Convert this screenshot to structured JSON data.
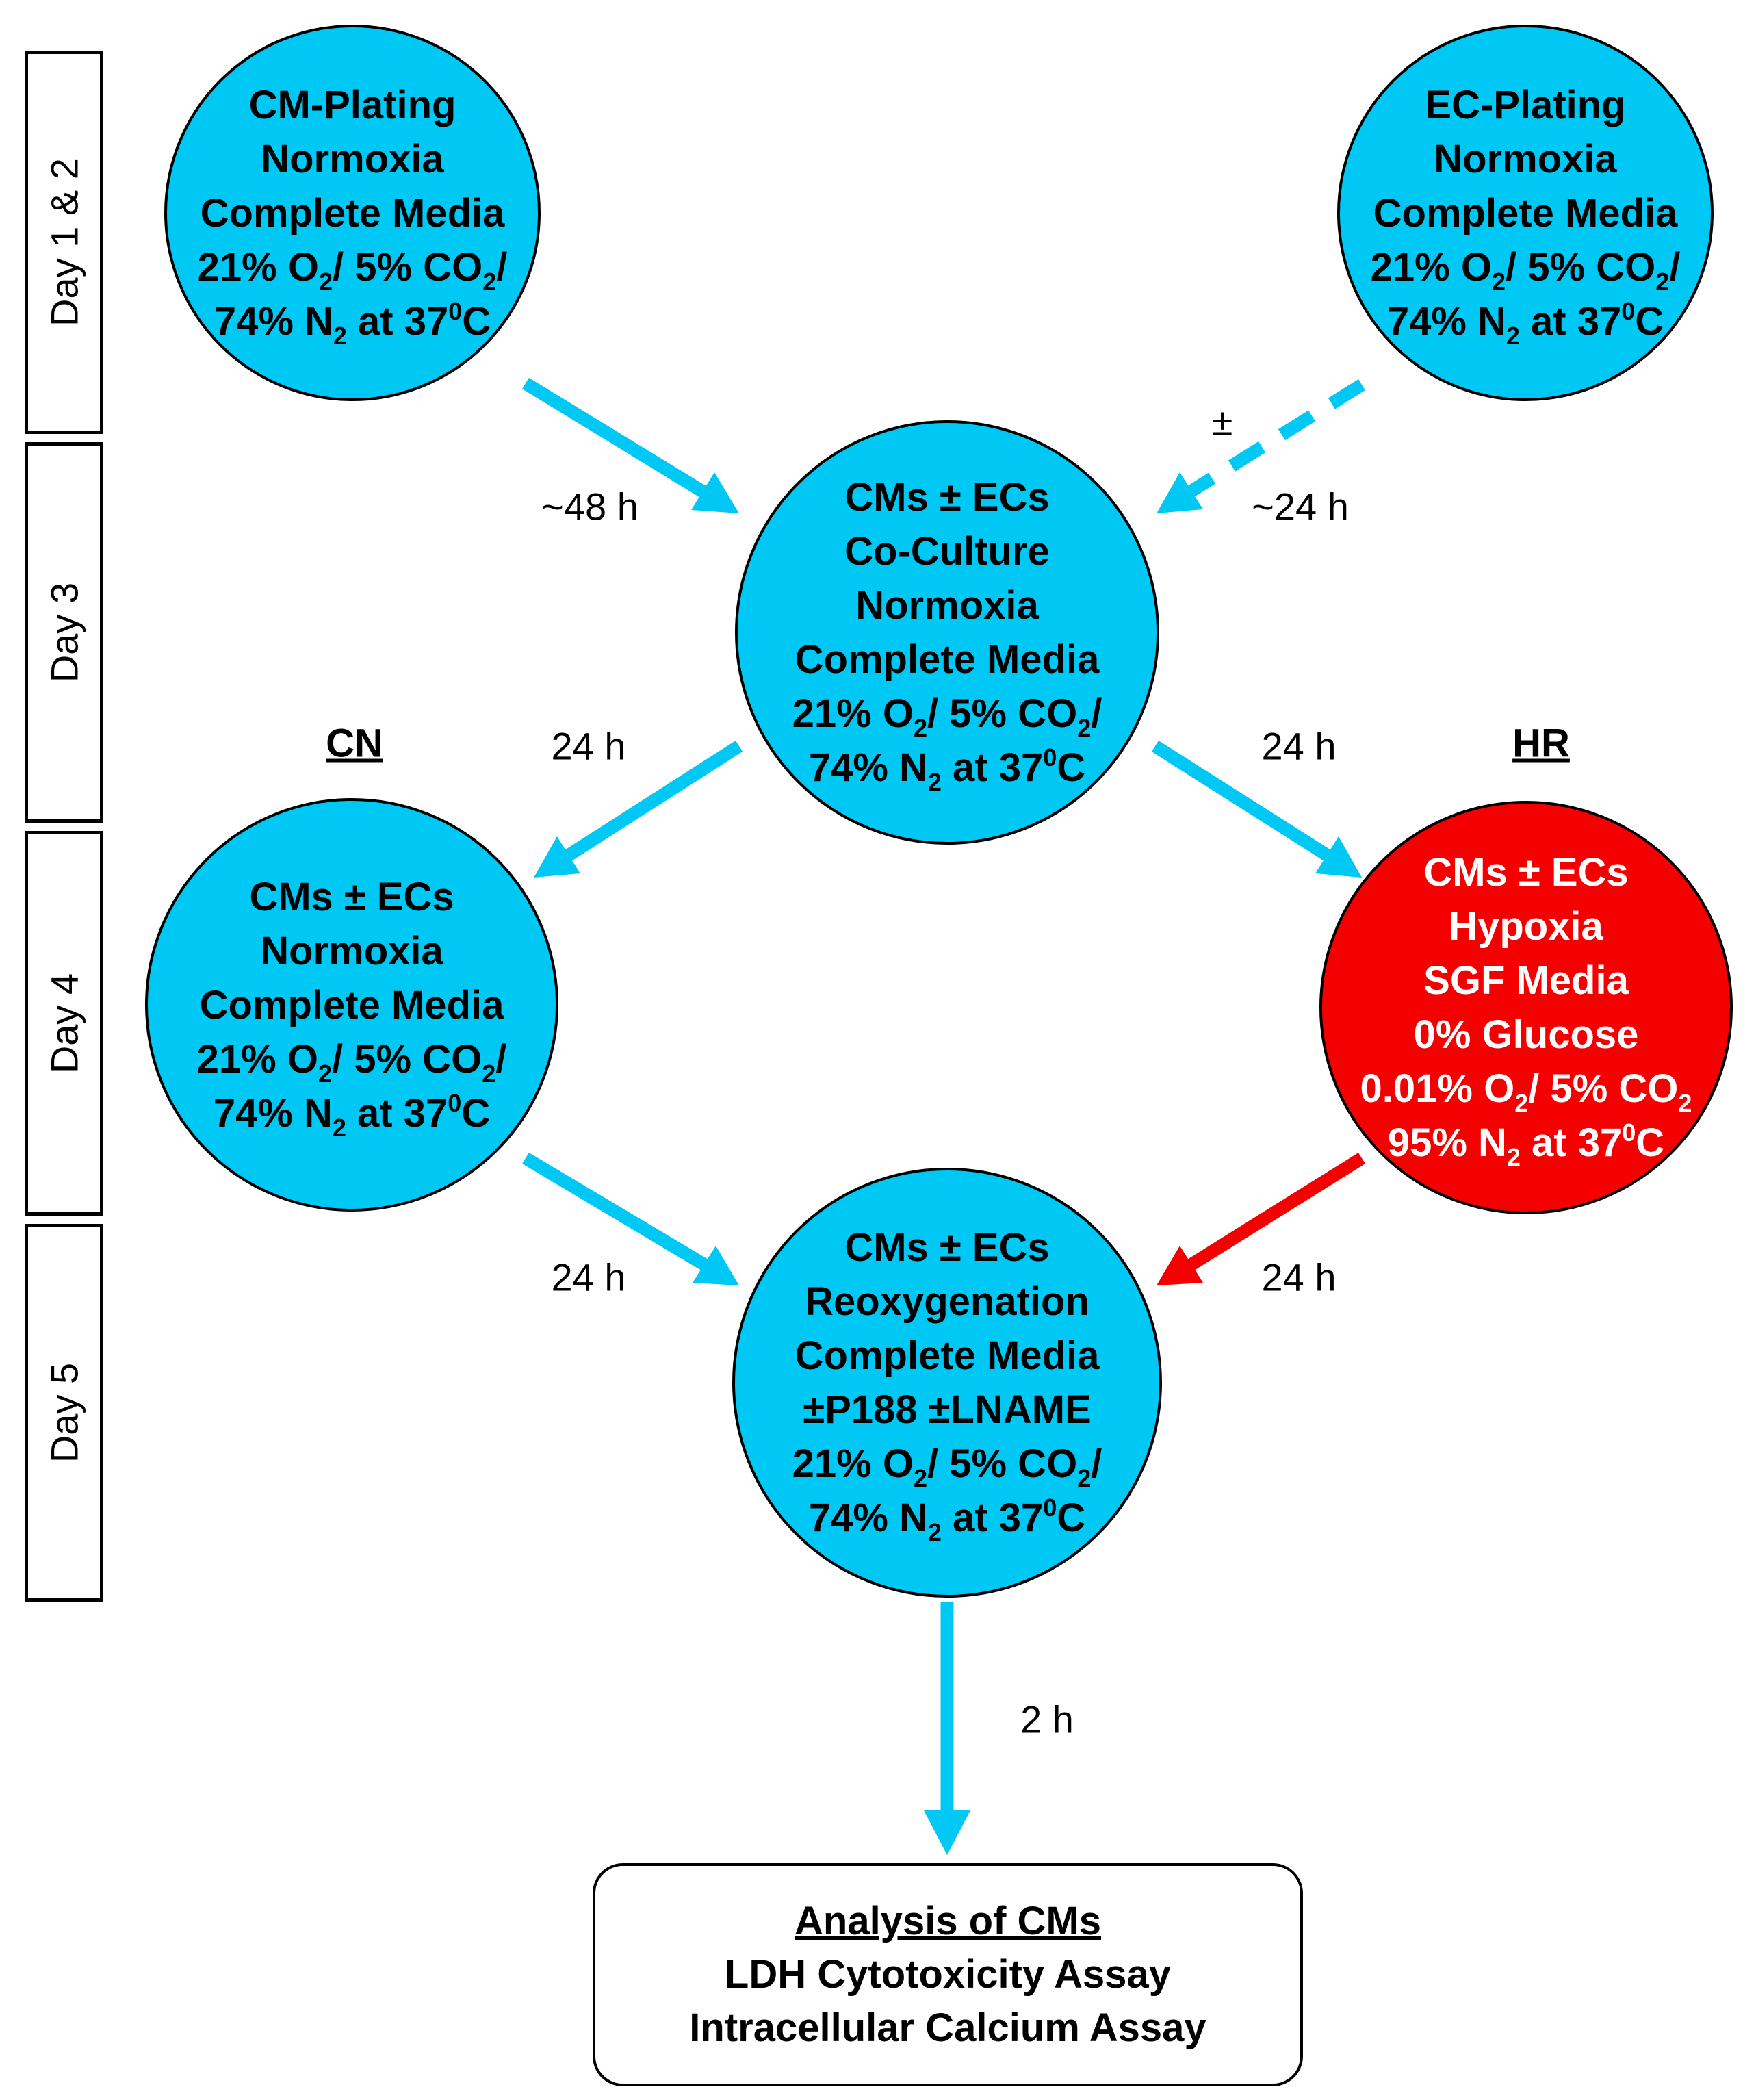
{
  "days": [
    {
      "id": "day-1-2",
      "label": "Day 1 & 2"
    },
    {
      "id": "day-3",
      "label": "Day 3"
    },
    {
      "id": "day-4",
      "label": "Day 4"
    },
    {
      "id": "day-5",
      "label": "Day 5"
    }
  ],
  "nodes": {
    "cm_plating": {
      "title": "CM-Plating",
      "condition": "Normoxia",
      "media": "Complete Media",
      "gas1_a": "21% O",
      "gas1_sub": "2",
      "gas1_b": "/ 5% CO",
      "gas1_sub2": "2",
      "gas1_c": "/",
      "gas2_a": "74% N",
      "gas2_sub": "2",
      "gas2_b": " at 37",
      "gas2_sup": "0",
      "gas2_c": "C",
      "color": "#00c8f5"
    },
    "ec_plating": {
      "title": "EC-Plating",
      "condition": "Normoxia",
      "media": "Complete Media",
      "gas1_a": "21% O",
      "gas1_sub": "2",
      "gas1_b": "/ 5% CO",
      "gas1_sub2": "2",
      "gas1_c": "/",
      "gas2_a": "74% N",
      "gas2_sub": "2",
      "gas2_b": " at 37",
      "gas2_sup": "0",
      "gas2_c": "C",
      "color": "#00c8f5"
    },
    "coculture": {
      "title": "CMs ± ECs",
      "subtitle": "Co-Culture",
      "condition": "Normoxia",
      "media": "Complete Media",
      "gas1_a": "21% O",
      "gas1_sub": "2",
      "gas1_b": "/ 5% CO",
      "gas1_sub2": "2",
      "gas1_c": "/",
      "gas2_a": "74% N",
      "gas2_sub": "2",
      "gas2_b": " at 37",
      "gas2_sup": "0",
      "gas2_c": "C",
      "color": "#00c8f5"
    },
    "cn": {
      "title": "CMs ± ECs",
      "condition": "Normoxia",
      "media": "Complete Media",
      "gas1_a": "21% O",
      "gas1_sub": "2",
      "gas1_b": "/ 5% CO",
      "gas1_sub2": "2",
      "gas1_c": "/",
      "gas2_a": "74% N",
      "gas2_sub": "2",
      "gas2_b": " at 37",
      "gas2_sup": "0",
      "gas2_c": "C",
      "color": "#00c8f5"
    },
    "hr": {
      "title": "CMs ± ECs",
      "condition": "Hypoxia",
      "media": "SGF Media",
      "glucose": "0% Glucose",
      "gas1_a": "0.01% O",
      "gas1_sub": "2",
      "gas1_b": "/ 5% CO",
      "gas1_sub2": "2",
      "gas2_a": "95% N",
      "gas2_sub": "2",
      "gas2_b": " at 37",
      "gas2_sup": "0",
      "gas2_c": "C",
      "color": "#f50000"
    },
    "reox": {
      "title": "CMs ± ECs",
      "condition": "Reoxygenation",
      "media": "Complete Media",
      "treatment": "±P188 ±LNAME",
      "gas1_a": "21% O",
      "gas1_sub": "2",
      "gas1_b": "/ 5% CO",
      "gas1_sub2": "2",
      "gas1_c": "/",
      "gas2_a": "74% N",
      "gas2_sub": "2",
      "gas2_b": " at 37",
      "gas2_sup": "0",
      "gas2_c": "C",
      "color": "#00c8f5"
    }
  },
  "groups": {
    "cn": "CN",
    "hr": "HR"
  },
  "edges": {
    "cm_to_coculture": "~48 h",
    "ec_to_coculture": "~24 h",
    "ec_optional": "±",
    "coculture_to_cn": "24 h",
    "coculture_to_hr": "24 h",
    "cn_to_reox": "24 h",
    "hr_to_reox": "24 h",
    "reox_to_analysis": "2 h"
  },
  "analysis": {
    "title": "Analysis of CMs",
    "assay1": "LDH Cytotoxicity Assay",
    "assay2": "Intracellular Calcium Assay"
  },
  "colors": {
    "blue": "#00c8f5",
    "red": "#f50000",
    "line": "#000000"
  }
}
